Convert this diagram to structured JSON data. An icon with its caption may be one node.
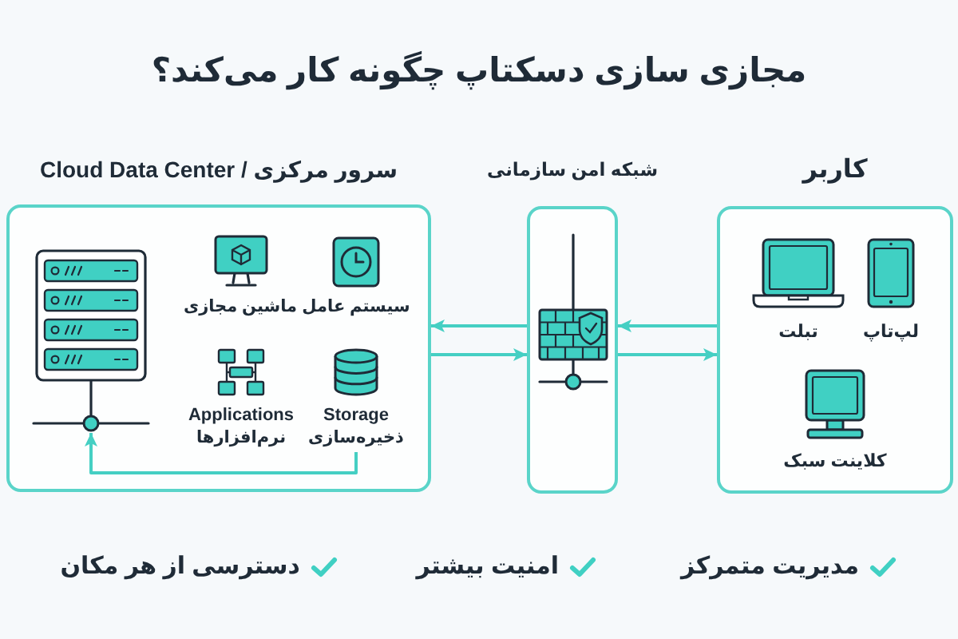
{
  "diagram": {
    "title": "مجازی سازی دسکتاپ چگونه کار می‌کند؟",
    "nodes": [
      {
        "text": [
          "کاربر"
        ]
      },
      {
        "text": [
          "لپ‌تاپ"
        ],
        "in": 0
      },
      {
        "text": [
          "تبلت"
        ],
        "in": 0
      },
      {
        "text": [
          "کلاینت سبک"
        ],
        "in": 0
      },
      {
        "text": [
          "شبکه امن سازمانی"
        ]
      },
      {
        "text": [
          "سرور مرکزی / Cloud Data Center"
        ]
      },
      {
        "text": [
          "سیستم عامل"
        ],
        "in": 5
      },
      {
        "text": [
          "ماشین مجازی"
        ],
        "in": 5
      },
      {
        "text": [
          "Storage",
          "ذخیره‌سازی"
        ],
        "in": 5
      },
      {
        "text": [
          "Applications",
          "نرم‌افزارها"
        ],
        "in": 5
      },
      {
        "text": [],
        "shape": "picture",
        "in": 5
      }
    ],
    "edges": [
      {
        "from": 0,
        "to": 4,
        "arrow": "to"
      },
      {
        "from": 4,
        "to": 0,
        "arrow": "to"
      },
      {
        "from": 4,
        "to": 5,
        "arrow": "to"
      },
      {
        "from": 5,
        "to": 4,
        "arrow": "to"
      },
      {
        "from": 8,
        "to": 10,
        "arrow": "to"
      }
    ],
    "labels": [
      "مدیریت متمرکز",
      "امنیت بیشتر",
      "دسترسی از هر مکان"
    ]
  }
}
